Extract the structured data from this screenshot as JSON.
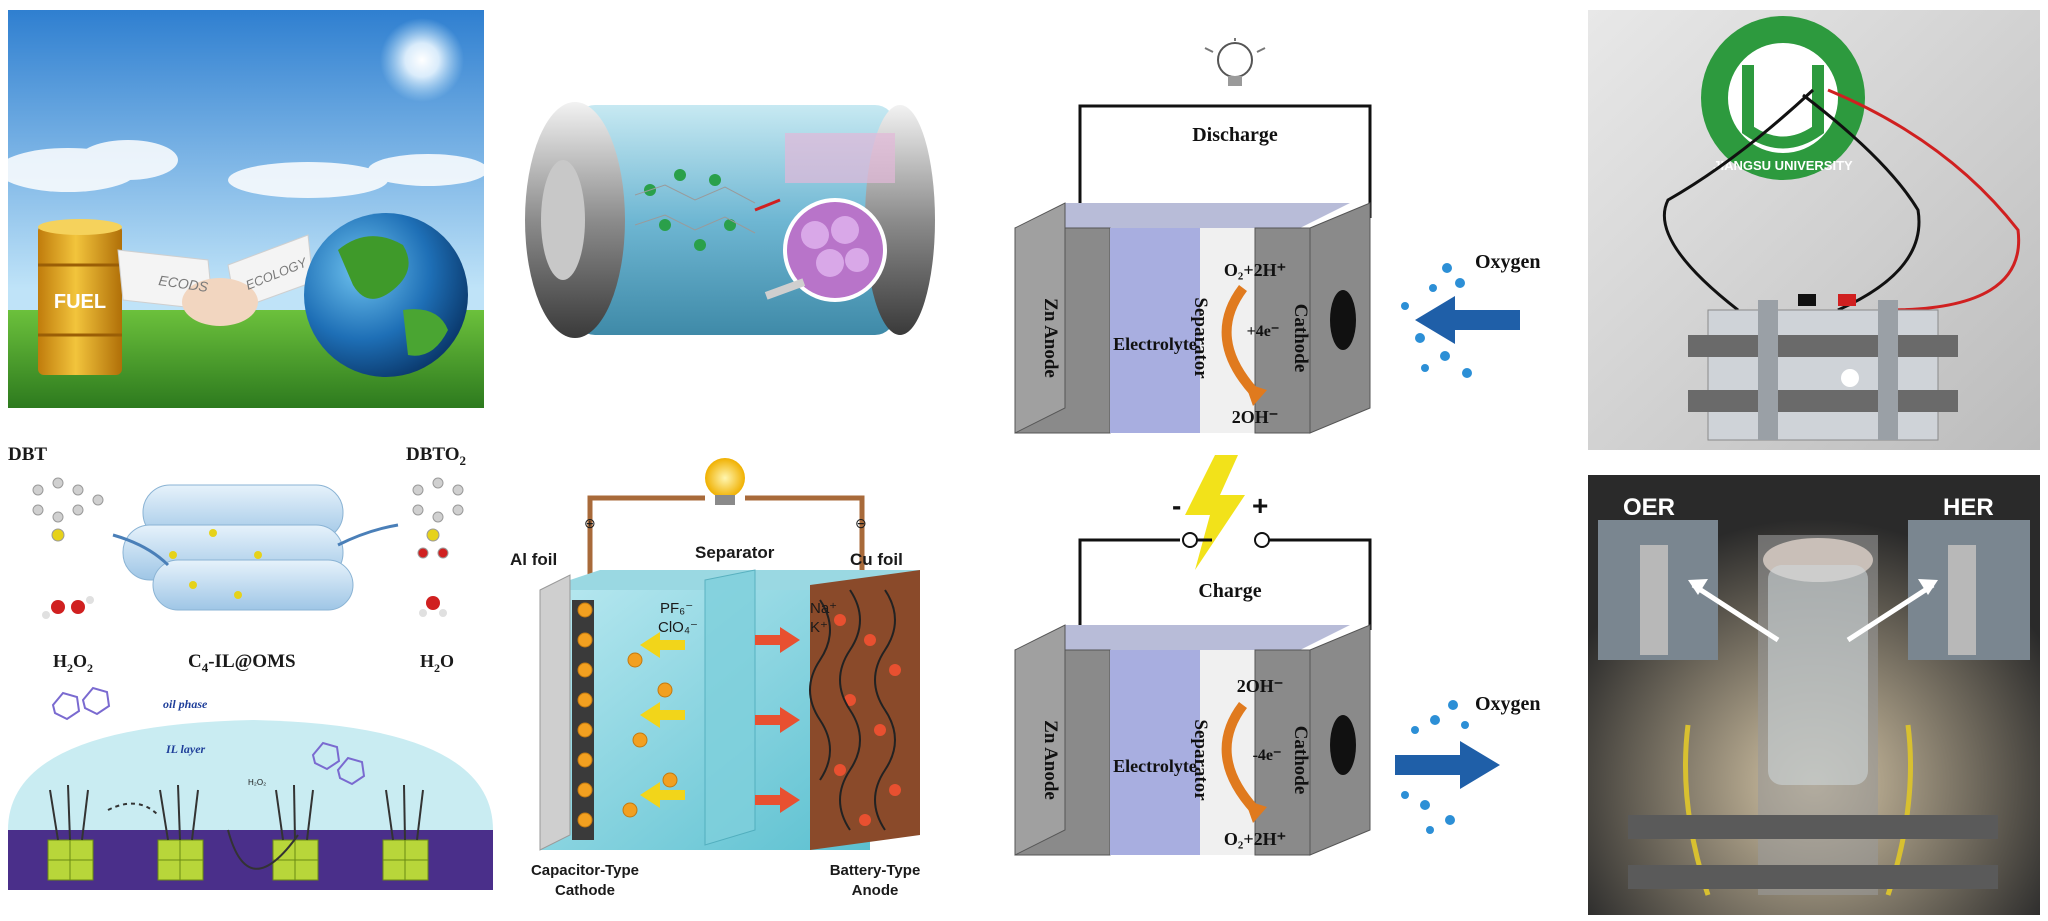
{
  "colors": {
    "sky_top": "#2f7fd0",
    "sky_bottom": "#bfe3f8",
    "grass": "#3f9a2a",
    "barrel": "#e2a018",
    "battery_body": "#7fc4dc",
    "chip_gray": "#8a8a8a",
    "electrolyte": "#a8aee0",
    "separator": "#f0f0f0",
    "arrow_blue": "#1f5fa8",
    "arrow_orange": "#e07a1e",
    "oxygen_dots": "#2c8fd6",
    "bolt_yellow": "#f2e21a",
    "substrate_purple": "#4a2f8a",
    "il_layer": "#c9ecf2"
  },
  "panel_ecods": {
    "barrel_label": "FUEL",
    "left_sleeve": "ECODS",
    "right_sleeve": "ECOLOGY"
  },
  "panel_desulfurization": {
    "reactant": "DBT",
    "product": "DBTO",
    "product_sub": "2",
    "oxidant": "H",
    "oxidant_sub": "2",
    "oxidant_tail": "O",
    "oxidant_sub2": "2",
    "catalyst_pre": "C",
    "catalyst_sub": "4",
    "catalyst_post": "-IL@OMS",
    "byproduct_pre": "H",
    "byproduct_sub": "2",
    "byproduct_post": "O",
    "oil_phase": "oil phase",
    "il_layer": "IL layer",
    "reagent_small": "H₂O₂"
  },
  "panel_battery_cell": {
    "al_foil": "Al foil",
    "separator": "Separator",
    "cu_foil": "Cu foil",
    "anion1": "PF₆⁻",
    "anion2": "ClO₄⁻",
    "cation1": "Na⁺",
    "cation2": "K⁺",
    "plus": "⊕",
    "minus": "⊖",
    "cathode_line1": "Capacitor-Type",
    "cathode_line2": "Cathode",
    "anode_line1": "Battery-Type",
    "anode_line2": "Anode"
  },
  "panel_znair_discharge": {
    "mode": "Discharge",
    "anode": "Zn Anode",
    "electrolyte": "Electrolyte",
    "separator": "Separator",
    "cathode": "Cathode",
    "gas": "Oxygen",
    "reactant": "O₂+2H⁺",
    "electrons": "+4e⁻",
    "product": "2OH⁻"
  },
  "panel_polarity": {
    "minus": "-",
    "plus": "+"
  },
  "panel_znair_charge": {
    "mode": "Charge",
    "anode": "Zn Anode",
    "electrolyte": "Electrolyte",
    "separator": "Separator",
    "cathode": "Cathode",
    "gas": "Oxygen",
    "reactant": "2OH⁻",
    "electrons": "-4e⁻",
    "product": "O₂+2H⁺"
  },
  "panel_photo_top": {
    "logo_text": "JIANGSU UNIVERSITY"
  },
  "panel_photo_bottom": {
    "left_label": "OER",
    "right_label": "HER"
  }
}
